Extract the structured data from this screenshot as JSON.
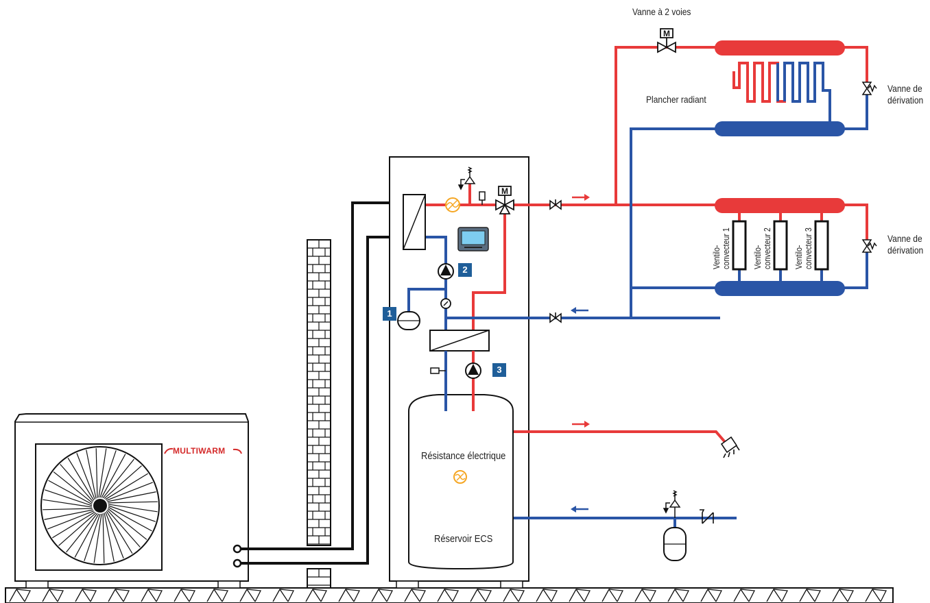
{
  "labels": {
    "two_way_valve": "Vanne à 2 voies",
    "floor_heating": "Plancher radiant",
    "bypass_valve_top": "Vanne de\ndérivation",
    "bypass_valve_bottom": "Vanne de\ndérivation",
    "electric_resistance": "Résistance électrique",
    "dhw_tank": "Réservoir ECS",
    "brand": "MULTIWARM"
  },
  "fan_coils": [
    "Ventilo-\nconvecteur 1",
    "Ventilo-\nconvecteur 2",
    "Ventilo-\nconvecteur 3"
  ],
  "badges": [
    "1",
    "2",
    "3"
  ],
  "valve_letters": {
    "motor": "M"
  },
  "colors": {
    "hot": "#e83a3a",
    "cold": "#2a55a6",
    "black": "#111111",
    "heater": "#f5a623",
    "badge": "#1f5e99"
  }
}
